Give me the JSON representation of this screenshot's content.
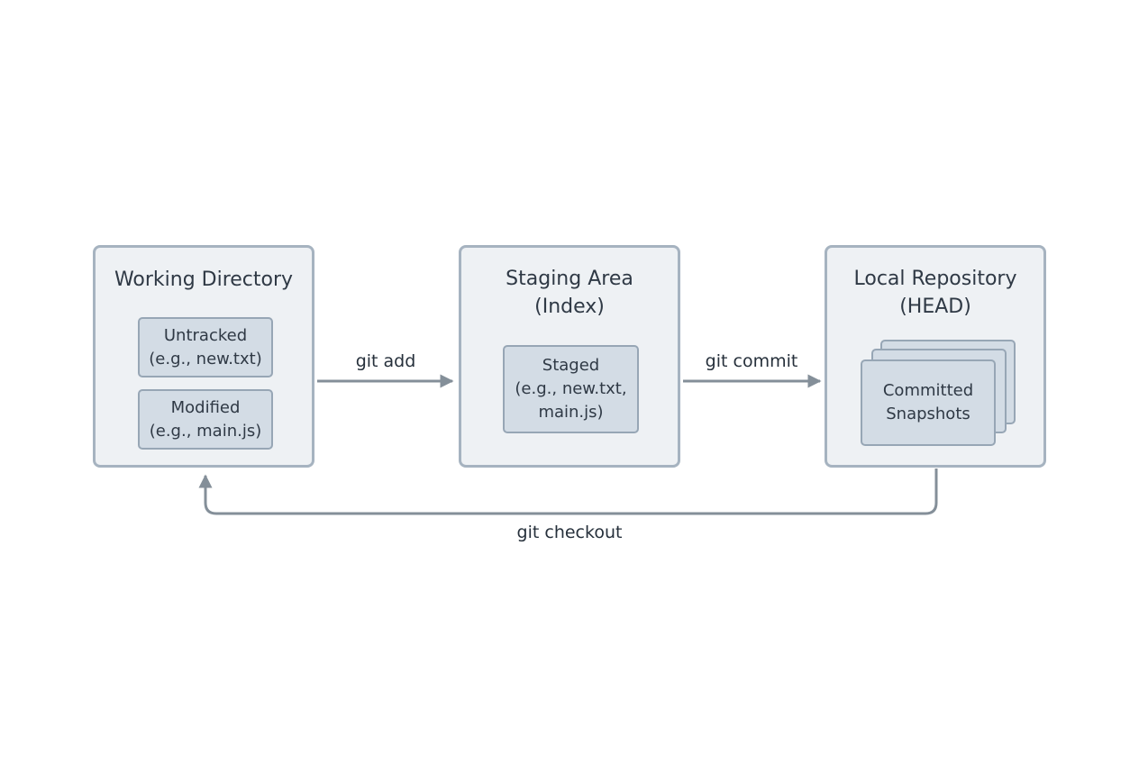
{
  "nodes": {
    "working_directory": {
      "title": "Working Directory",
      "untracked": {
        "line1": "Untracked",
        "line2": "(e.g., new.txt)"
      },
      "modified": {
        "line1": "Modified",
        "line2": "(e.g., main.js)"
      }
    },
    "staging_area": {
      "title_line1": "Staging Area",
      "title_line2": "(Index)",
      "staged": {
        "line1": "Staged",
        "line2": "(e.g., new.txt,",
        "line3": "main.js)"
      }
    },
    "local_repository": {
      "title_line1": "Local Repository",
      "title_line2": "(HEAD)",
      "snapshots": {
        "line1": "Committed",
        "line2": "Snapshots"
      }
    }
  },
  "edges": {
    "git_add": "git add",
    "git_commit": "git commit",
    "git_checkout": "git checkout"
  },
  "colors": {
    "box_fill": "#eef1f4",
    "box_border": "#a6b3c0",
    "item_fill": "#d3dce5",
    "item_border": "#97a6b5",
    "arrow": "#848f99"
  }
}
